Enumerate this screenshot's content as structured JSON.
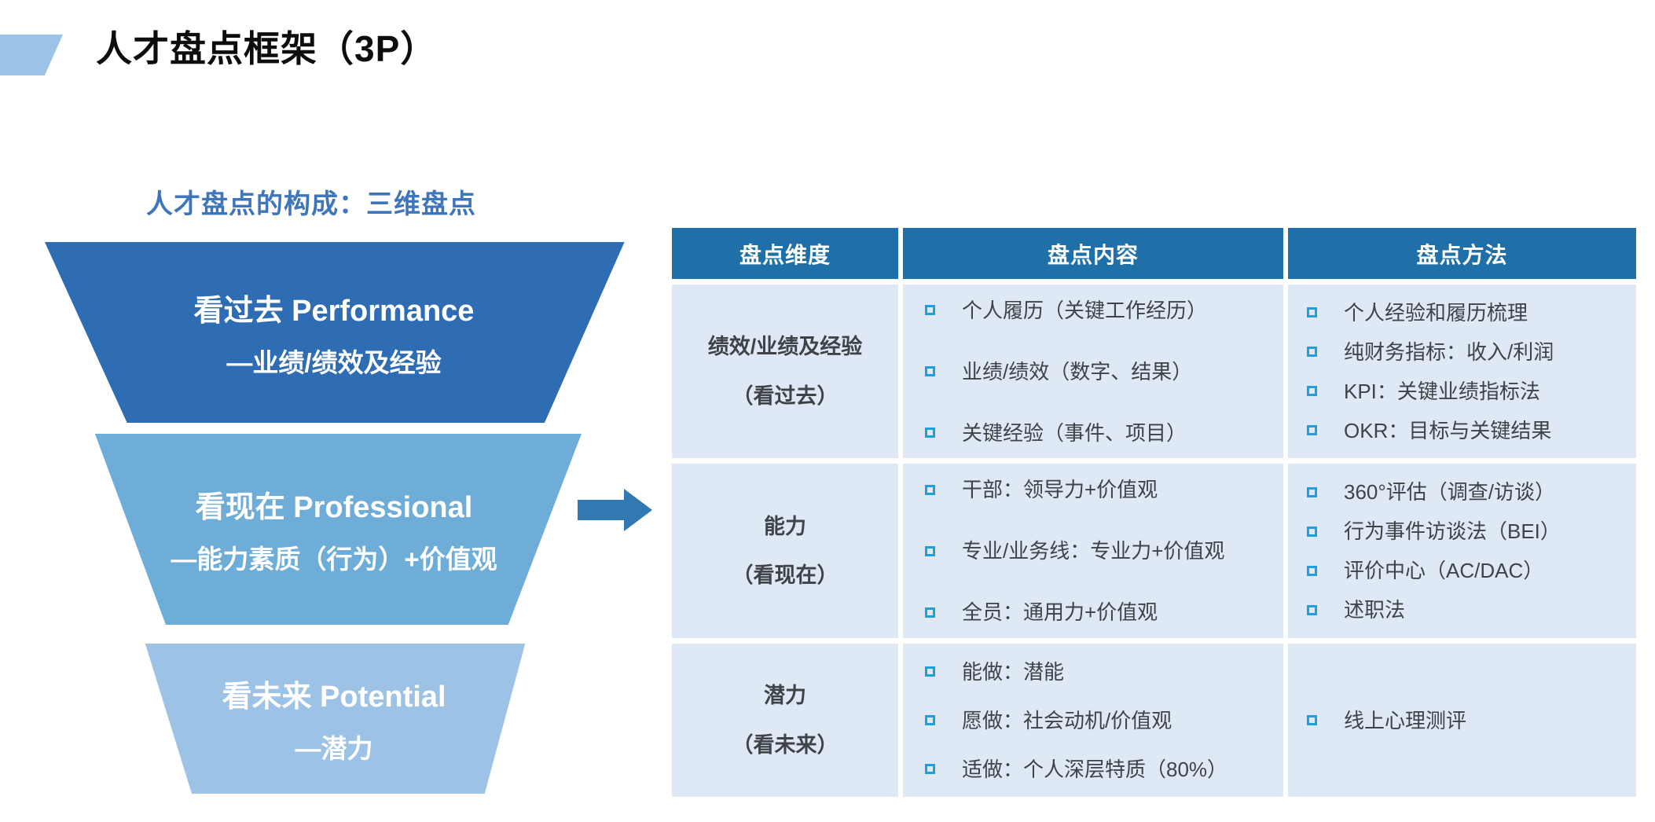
{
  "page": {
    "title": "人才盘点框架（3P）",
    "subtitle": "人才盘点的构成：三维盘点"
  },
  "colors": {
    "accent_shape": "#9CC3E6",
    "subtitle_blue": "#3F75BB",
    "funnel_level1": "#2E6DB4",
    "funnel_level2": "#6EADD8",
    "funnel_level3": "#9CC3E6",
    "arrow": "#3279B1",
    "table_header_bg": "#1F6FA8",
    "table_cell_bg": "#DEE9F5",
    "bullet_square": "#1F9FDB",
    "body_text": "#3F4347"
  },
  "icons": {
    "arrow": "right-arrow",
    "bullet": "hollow-square-bullet"
  },
  "funnel": {
    "levels": [
      {
        "line1": "看过去 Performance",
        "line2": "—业绩/绩效及经验"
      },
      {
        "line1": "看现在 Professional",
        "line2": "—能力素质（行为）+价值观"
      },
      {
        "line1": "看未来 Potential",
        "line2": "—潜力"
      }
    ]
  },
  "table": {
    "headers": [
      "盘点维度",
      "盘点内容",
      "盘点方法"
    ],
    "rows": [
      {
        "dimension": [
          "绩效/业绩及经验",
          "（看过去）"
        ],
        "content": [
          "个人履历（关键工作经历）",
          "业绩/绩效（数字、结果）",
          "关键经验（事件、项目）"
        ],
        "methods": [
          "个人经验和履历梳理",
          "纯财务指标：收入/利润",
          "KPI：关键业绩指标法",
          "OKR：目标与关键结果"
        ]
      },
      {
        "dimension": [
          "能力",
          "（看现在）"
        ],
        "content": [
          "干部：领导力+价值观",
          "专业/业务线：专业力+价值观",
          "全员：通用力+价值观"
        ],
        "methods": [
          "360°评估（调查/访谈）",
          "行为事件访谈法（BEI）",
          "评价中心（AC/DAC）",
          "述职法"
        ]
      },
      {
        "dimension": [
          "潜力",
          "（看未来）"
        ],
        "content": [
          "能做：潜能",
          "愿做：社会动机/价值观",
          "适做：个人深层特质（80%）"
        ],
        "methods": [
          "线上心理测评"
        ]
      }
    ]
  }
}
